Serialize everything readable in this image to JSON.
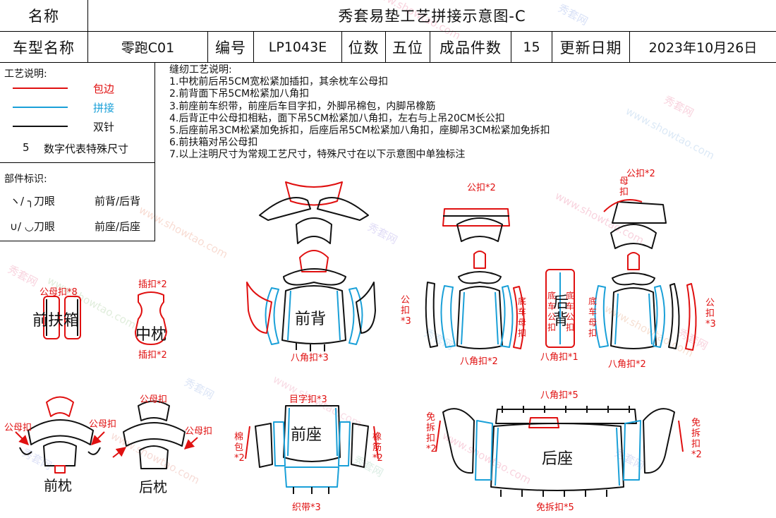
{
  "header": {
    "name_label": "名称",
    "title": "秀套易垫工艺拼接示意图-C",
    "model_label": "车型名称",
    "model_value": "零跑C01",
    "code_label": "编号",
    "code_value": "LP1043E",
    "seat_label": "位数",
    "seat_value": "五位",
    "count_label": "成品件数",
    "count_value": "15",
    "date_label": "更新日期",
    "date_value": "2023年10月26日"
  },
  "legend": {
    "title": "工艺说明:",
    "items": [
      {
        "label": "包边",
        "color": "#e01010"
      },
      {
        "label": "拼接",
        "color": "#1aa0d8"
      },
      {
        "label": "双针",
        "color": "#111111"
      }
    ],
    "size_number": "5",
    "size_text": "数字代表特殊尺寸"
  },
  "parts_legend": {
    "title": "部件标识:",
    "rows": [
      {
        "symbol": "ヽ/ ╮刀眼",
        "text": "前背/后背"
      },
      {
        "symbol": "∪/ ◡刀眼",
        "text": "前座/后座"
      }
    ]
  },
  "notes": {
    "title": "缝纫工艺说明:",
    "lines": [
      "1.中枕前后吊5CM宽松紧加插扣，其余枕车公母扣",
      "2.前背面下吊5CM松紧加八角扣",
      "3.前座前车织带，前座后车目字扣，外脚吊棉包，内脚吊橡筋",
      "4.后背正中公母扣相粘，面下吊5CM松紧加八角扣，左右与上吊20CM长公扣",
      "5.后座前吊3CM松紧加免拆扣，后座后吊5CM松紧加八角扣，座脚吊3CM松紧加免拆扣",
      "6.前扶箱对吊公母扣",
      "7.以上注明尺寸为常规工艺尺寸，特殊尺寸在以下示意图中单独标注"
    ]
  },
  "parts": {
    "front_armrest": "前扶箱",
    "mid_pillow": "中枕",
    "front_back": "前背",
    "rear_back": "后背",
    "front_seat": "前座",
    "rear_seat": "后座",
    "front_pillow": "前枕",
    "rear_pillow": "后枕"
  },
  "annotations": {
    "armrest_top": "公母扣*8",
    "pillow_top": "插扣*2",
    "pillow_bottom": "插扣*2",
    "front_back_bottom": "八角扣*3",
    "rb_top": "公扣*2",
    "rb_left": "公扣*3",
    "rb_inner_left": "底车母扣",
    "rb_bottom_left": "八角扣*2",
    "rb_mid_bottom": "八角扣*1",
    "rb_center_a": "底车公扣",
    "rb_center_b": "底车公扣",
    "rb_inner_right": "底车母扣",
    "rb_bottom_right": "八角扣*2",
    "rb_top_right": "公扣*2",
    "rb_mother": "母扣",
    "rb_right": "公扣*3",
    "fp_left": "公母扣",
    "fp_right": "公母扣",
    "rp_top": "公母扣",
    "rp_right": "公母扣",
    "fs_top": "目字扣*3",
    "fs_left": "棉包*2",
    "fs_right": "橡筋*2",
    "fs_bottom": "织带*3",
    "rs_top": "八角扣*5",
    "rs_left": "免拆扣*2",
    "rs_right": "免拆扣*2",
    "rs_bottom": "免拆扣*5"
  },
  "watermark": {
    "site": "www.showtao.com",
    "brand": "秀套网"
  },
  "colors": {
    "edge": "#e01010",
    "join": "#1aa0d8",
    "stitch": "#111111"
  }
}
